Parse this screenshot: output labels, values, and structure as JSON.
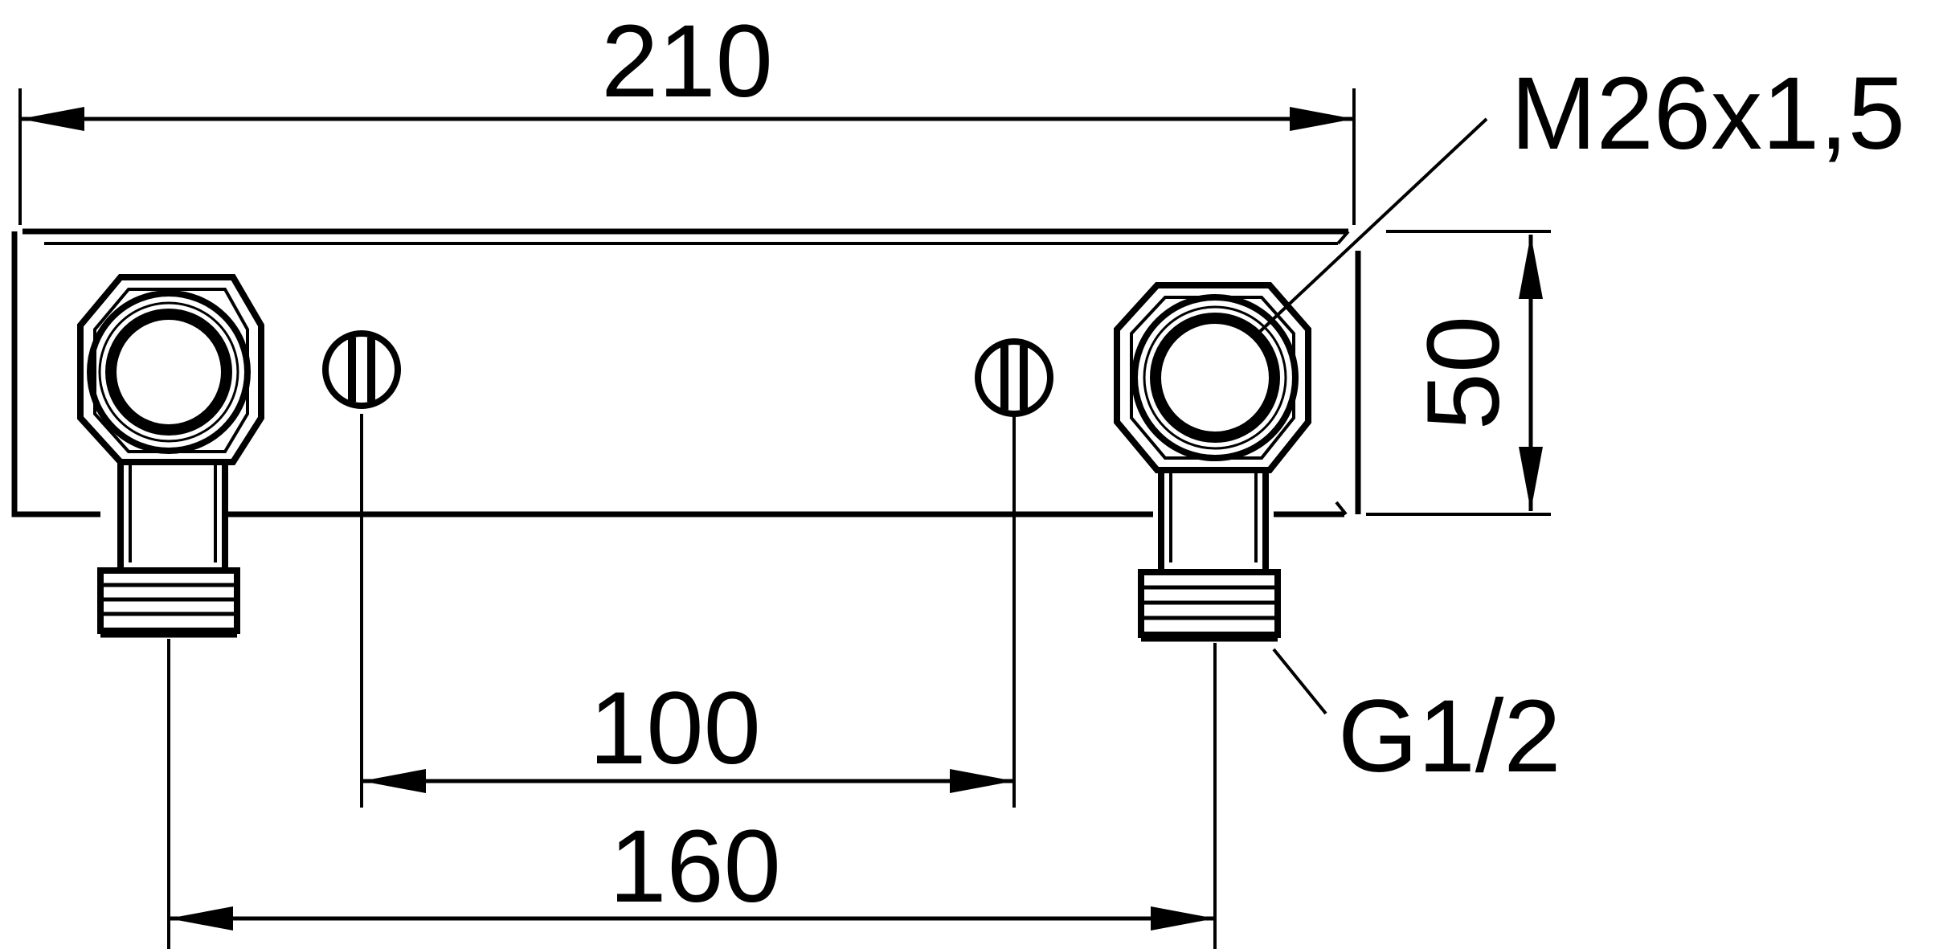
{
  "dimensions": {
    "overall_width": "210",
    "height": "50",
    "screw_spacing": "100",
    "outlet_spacing": "160"
  },
  "labels": {
    "thread_nut": "M26x1,5",
    "thread_outlet": "G1/2"
  },
  "colors": {
    "ink": "#000000",
    "paper": "#ffffff"
  }
}
